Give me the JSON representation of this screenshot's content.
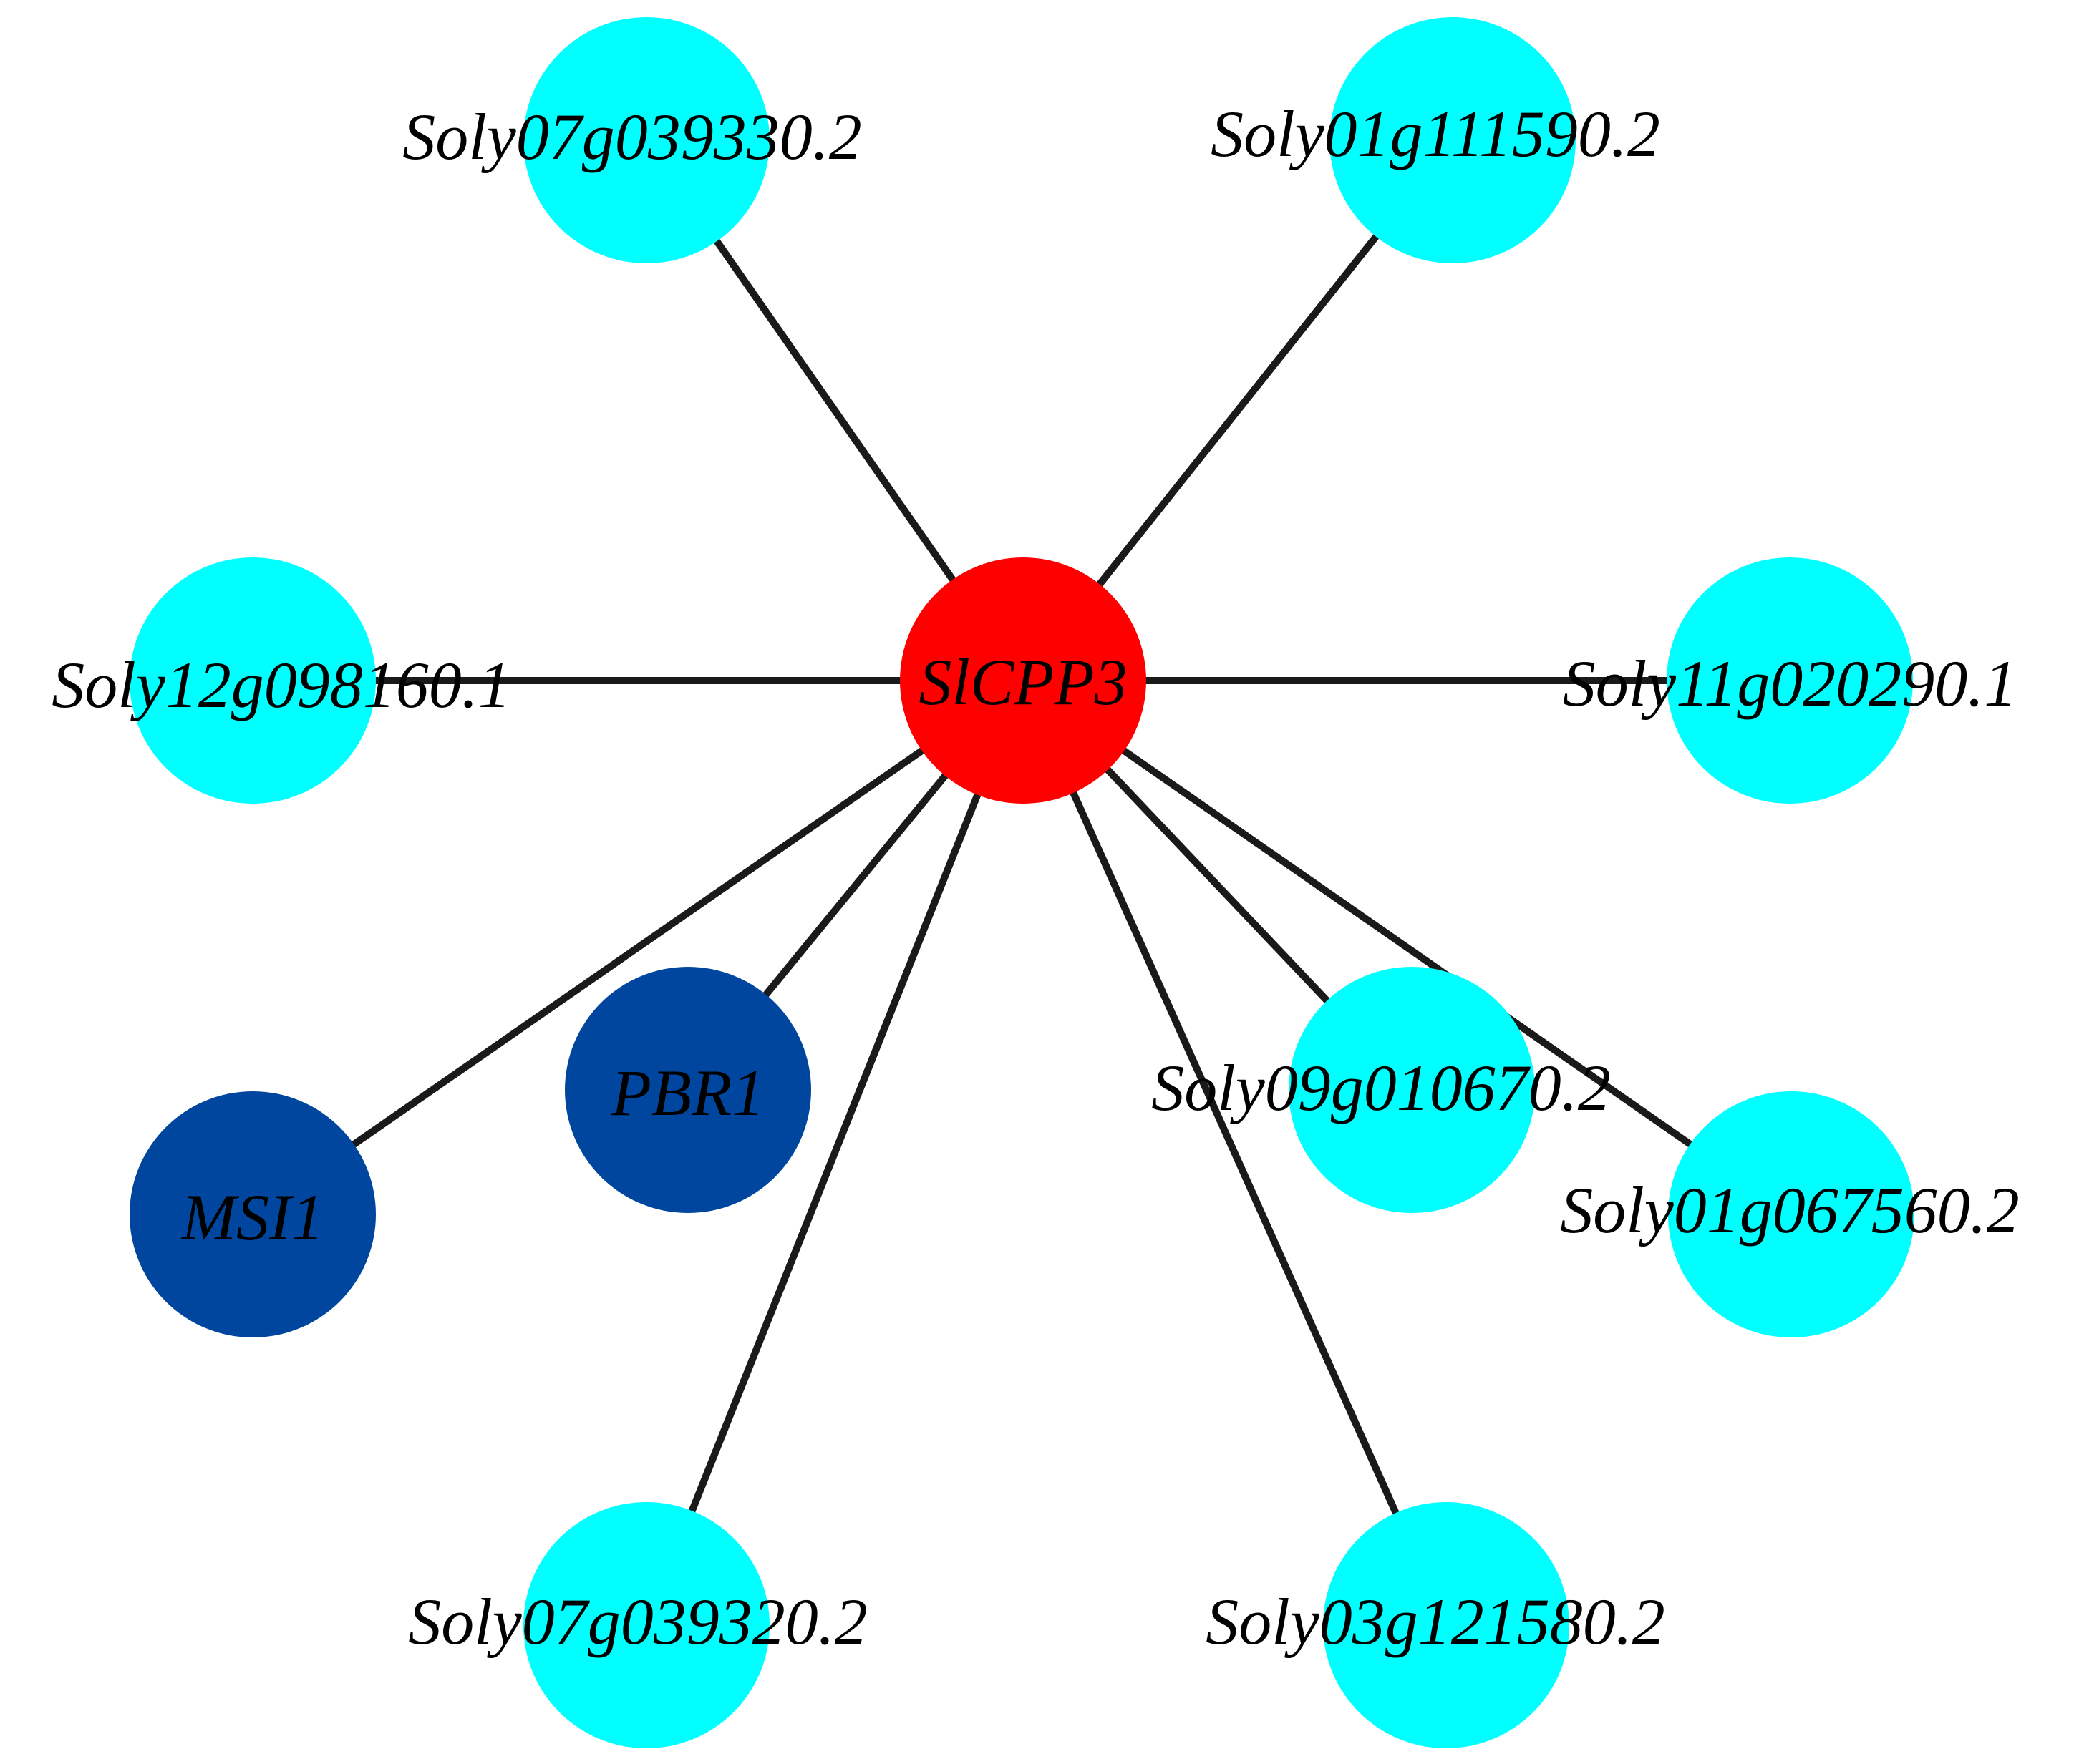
{
  "network": {
    "colors": {
      "hub": "#ff0000",
      "partner": "#00ffff",
      "known_partner": "#00469e",
      "edge": "#1a1a1a",
      "label": "#000000"
    },
    "hub": {
      "label": "SlCPP3",
      "category": "hub"
    },
    "nodes": [
      {
        "label": "Soly07g039330.2",
        "category": "partner"
      },
      {
        "label": "Soly01g111590.2",
        "category": "partner"
      },
      {
        "label": "Soly12g098160.1",
        "category": "partner"
      },
      {
        "label": "Soly11g020290.1",
        "category": "partner"
      },
      {
        "label": "PBR1",
        "category": "known_partner"
      },
      {
        "label": "MSI1",
        "category": "known_partner"
      },
      {
        "label": "Soly09g010670.2",
        "category": "partner"
      },
      {
        "label": "Soly01g067560.2",
        "category": "partner"
      },
      {
        "label": "Soly07g039320.2",
        "category": "partner"
      },
      {
        "label": "Soly03g121580.2",
        "category": "partner"
      }
    ],
    "edges": [
      {
        "source": "SlCPP3",
        "target": "Soly07g039330.2"
      },
      {
        "source": "SlCPP3",
        "target": "Soly01g111590.2"
      },
      {
        "source": "SlCPP3",
        "target": "Soly12g098160.1"
      },
      {
        "source": "SlCPP3",
        "target": "Soly11g020290.1"
      },
      {
        "source": "SlCPP3",
        "target": "PBR1"
      },
      {
        "source": "SlCPP3",
        "target": "MSI1"
      },
      {
        "source": "SlCPP3",
        "target": "Soly09g010670.2"
      },
      {
        "source": "SlCPP3",
        "target": "Soly01g067560.2"
      },
      {
        "source": "SlCPP3",
        "target": "Soly07g039320.2"
      },
      {
        "source": "SlCPP3",
        "target": "Soly03g121580.2"
      }
    ]
  }
}
